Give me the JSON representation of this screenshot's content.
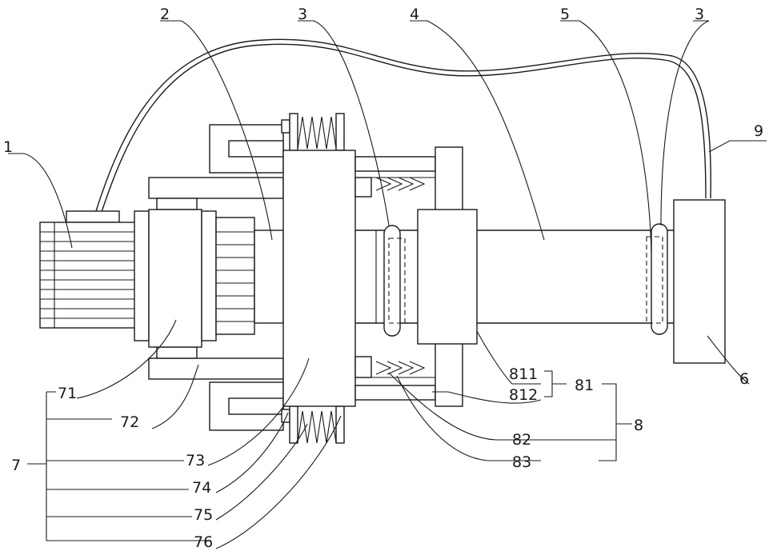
{
  "labels": {
    "l1": "1",
    "l2": "2",
    "l3a": "3",
    "l4": "4",
    "l5": "5",
    "l3b": "3",
    "l9": "9",
    "l6": "6",
    "l7": "7",
    "l71": "71",
    "l72": "72",
    "l73": "73",
    "l74": "74",
    "l75": "75",
    "l76": "76",
    "l8": "8",
    "l81": "81",
    "l811": "811",
    "l812": "812",
    "l82": "82",
    "l83": "83"
  }
}
